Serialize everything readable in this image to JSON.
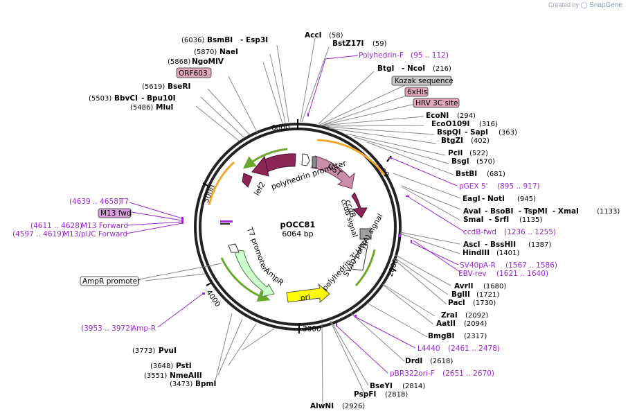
{
  "branding": {
    "created_by": "Created by",
    "product": "SnapGene"
  },
  "plasmid": {
    "name": "pOCC81",
    "size_label": "6064 bp"
  },
  "ticks": [
    "1000",
    "2000",
    "3000",
    "4000",
    "5000",
    "6000"
  ],
  "features": [
    {
      "name": "polyhedrin promoter",
      "color": "#8b2656"
    },
    {
      "name": "lef2",
      "color": "#8b2656"
    },
    {
      "name": "GST",
      "color": "#c98fa9"
    },
    {
      "name": "ccdB",
      "color": "#8b2656"
    },
    {
      "name": "ccdB signal",
      "color": "#8b2656"
    },
    {
      "name": "SV40 poly(A) signal",
      "color": "#a0a0a0"
    },
    {
      "name": "polyhedrin 3' UTR",
      "color": "#ffffff"
    },
    {
      "name": "T7 promoter",
      "color": "#ffffff"
    },
    {
      "name": "AmpR",
      "color": "#ccffcc"
    },
    {
      "name": "ori",
      "color": "#ffff00"
    }
  ],
  "labels": {
    "bsmbi": {
      "pos": "(6036)",
      "name": "BsmBI",
      "extra": "- Esp3I"
    },
    "naei": {
      "pos": "(5870)",
      "name": "NaeI"
    },
    "ngomiv": {
      "pos": "(5868)",
      "name": "NgoMIV"
    },
    "orf603": {
      "name": "ORF603"
    },
    "bseri": {
      "pos": "(5619)",
      "name": "BseRI"
    },
    "bbvci": {
      "pos": "(5503)",
      "name": "BbvCI",
      "extra": "- Bpu10I"
    },
    "mlui": {
      "pos": "(5486)",
      "name": "MluI"
    },
    "acci": {
      "pos": "(58)",
      "name": "AccI"
    },
    "bstz17i": {
      "pos": "(59)",
      "name": "BstZ17I"
    },
    "polyhedrin_f": {
      "name": "Polyhedrin-F",
      "pos": "(95 .. 112)"
    },
    "btgi": {
      "pos": "(216)",
      "name": "BtgI",
      "extra": "- NcoI"
    },
    "kozak": {
      "name": "Kozak sequence"
    },
    "sixhis": {
      "name": "6xHis"
    },
    "hrv3c": {
      "name": "HRV 3C site"
    },
    "econi": {
      "pos": "(294)",
      "name": "EcoNI"
    },
    "eco0109i": {
      "pos": "(316)",
      "name": "EcoO109I"
    },
    "bspqi": {
      "pos": "(363)",
      "name": "BspQI",
      "extra": "- SapI"
    },
    "btgzi": {
      "pos": "(402)",
      "name": "BtgZI"
    },
    "pcii": {
      "pos": "(522)",
      "name": "PciI"
    },
    "bsgi": {
      "pos": "(570)",
      "name": "BsgI"
    },
    "bstbi": {
      "pos": "(681)",
      "name": "BstBI"
    },
    "pgex5": {
      "name": "pGEX 5'",
      "pos": "(895 .. 917)"
    },
    "eagi": {
      "pos": "(945)",
      "name": "EagI",
      "extra": "- NotI"
    },
    "avai": {
      "pos": "(1133)",
      "name": "AvaI",
      "extra": "- BsoBI  - TspMI  - XmaI"
    },
    "smai": {
      "pos": "(1135)",
      "name": "SmaI",
      "extra": "- SrfI"
    },
    "ccdb_fwd": {
      "name": "ccdB-fwd",
      "pos": "(1236 .. 1255)"
    },
    "asci": {
      "pos": "(1387)",
      "name": "AscI",
      "extra": "- BssHII"
    },
    "hindiii": {
      "pos": "(1401)",
      "name": "HindIII"
    },
    "sv40pa_r": {
      "name": "SV40pA-R",
      "pos": "(1567 .. 1586)"
    },
    "ebv_rev": {
      "name": "EBV-rev",
      "pos": "(1621 .. 1640)"
    },
    "avrii": {
      "pos": "(1680)",
      "name": "AvrII"
    },
    "bglii": {
      "pos": "(1721)",
      "name": "BglII"
    },
    "paci": {
      "pos": "(1730)",
      "name": "PacI"
    },
    "zrai": {
      "pos": "(2092)",
      "name": "ZraI"
    },
    "aatii": {
      "pos": "(2094)",
      "name": "AatII"
    },
    "bmgbi": {
      "pos": "(2317)",
      "name": "BmgBI"
    },
    "l4440": {
      "name": "L4440",
      "pos": "(2461 .. 2478)"
    },
    "drdi": {
      "pos": "(2618)",
      "name": "DrdI"
    },
    "pbr322ori_f": {
      "name": "pBR322ori-F",
      "pos": "(2651 .. 2670)"
    },
    "bseyi": {
      "pos": "(2814)",
      "name": "BseYI"
    },
    "pspfi": {
      "pos": "(2818)",
      "name": "PspFI"
    },
    "alwni": {
      "pos": "(2926)",
      "name": "AlwNI"
    },
    "t7": {
      "name": "T7",
      "pos": "(4639 .. 4658)"
    },
    "m13fwd_box": {
      "name": "M13 fwd"
    },
    "m13forward": {
      "name": "M13 Forward",
      "pos": "(4611 .. 4628)"
    },
    "m13puc": {
      "name": "M13/pUC Forward",
      "pos": "(4597 .. 4619)"
    },
    "ampr_promoter": {
      "name": "AmpR promoter"
    },
    "amp_r": {
      "name": "Amp-R",
      "pos": "(3953 .. 3972)"
    },
    "pvui": {
      "pos": "(3773)",
      "name": "PvuI"
    },
    "psti": {
      "pos": "(3648)",
      "name": "PstI"
    },
    "nmeaiii": {
      "pos": "(3551)",
      "name": "NmeAIII"
    },
    "bpmi": {
      "pos": "(3473)",
      "name": "BpmI"
    }
  }
}
